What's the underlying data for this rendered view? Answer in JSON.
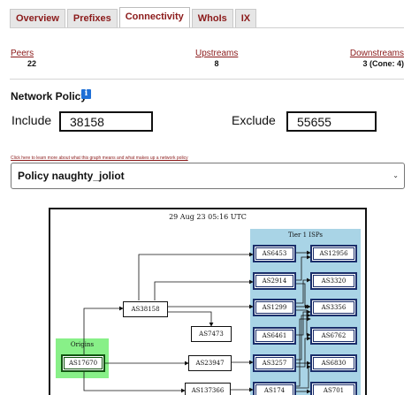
{
  "tabs": [
    {
      "label": "Overview",
      "active": false
    },
    {
      "label": "Prefixes",
      "active": false
    },
    {
      "label": "Connectivity",
      "active": true
    },
    {
      "label": "WhoIs",
      "active": false
    },
    {
      "label": "IX",
      "active": false
    }
  ],
  "stats": {
    "peers": {
      "label": "Peers",
      "value": "22"
    },
    "upstreams": {
      "label": "Upstreams",
      "value": "8"
    },
    "downstreams": {
      "label": "Downstreams",
      "value": "3 (Cone: 4)"
    }
  },
  "policy": {
    "title": "Network Policy",
    "include_label": "Include",
    "include_value": "38158",
    "exclude_label": "Exclude",
    "exclude_value": "55655",
    "learn_link": "Click here to learn more about what this graph means and what makes up a network policy",
    "selected_policy": "Policy naughty_joliot"
  },
  "graph": {
    "timestamp": "29 Aug 23 05:16 UTC",
    "tier1_label": "Tier 1 ISPs",
    "origins_label": "Origins",
    "nodes": {
      "as6453": "AS6453",
      "as12956": "AS12956",
      "as2914": "AS2914",
      "as3320": "AS3320",
      "as1299": "AS1299",
      "as3356": "AS3356",
      "as6461": "AS6461",
      "as6762": "AS6762",
      "as3257": "AS3257",
      "as6830": "AS6830",
      "as174": "AS174",
      "as701": "AS701",
      "as38158": "AS38158",
      "as7473": "AS7473",
      "as23947": "AS23947",
      "as137366": "AS137366",
      "as17670": "AS17670"
    },
    "colors": {
      "tier1_bg": "#a9d4e6",
      "origins_bg": "#88f088",
      "tier1_border": "#1a2e6b"
    }
  }
}
